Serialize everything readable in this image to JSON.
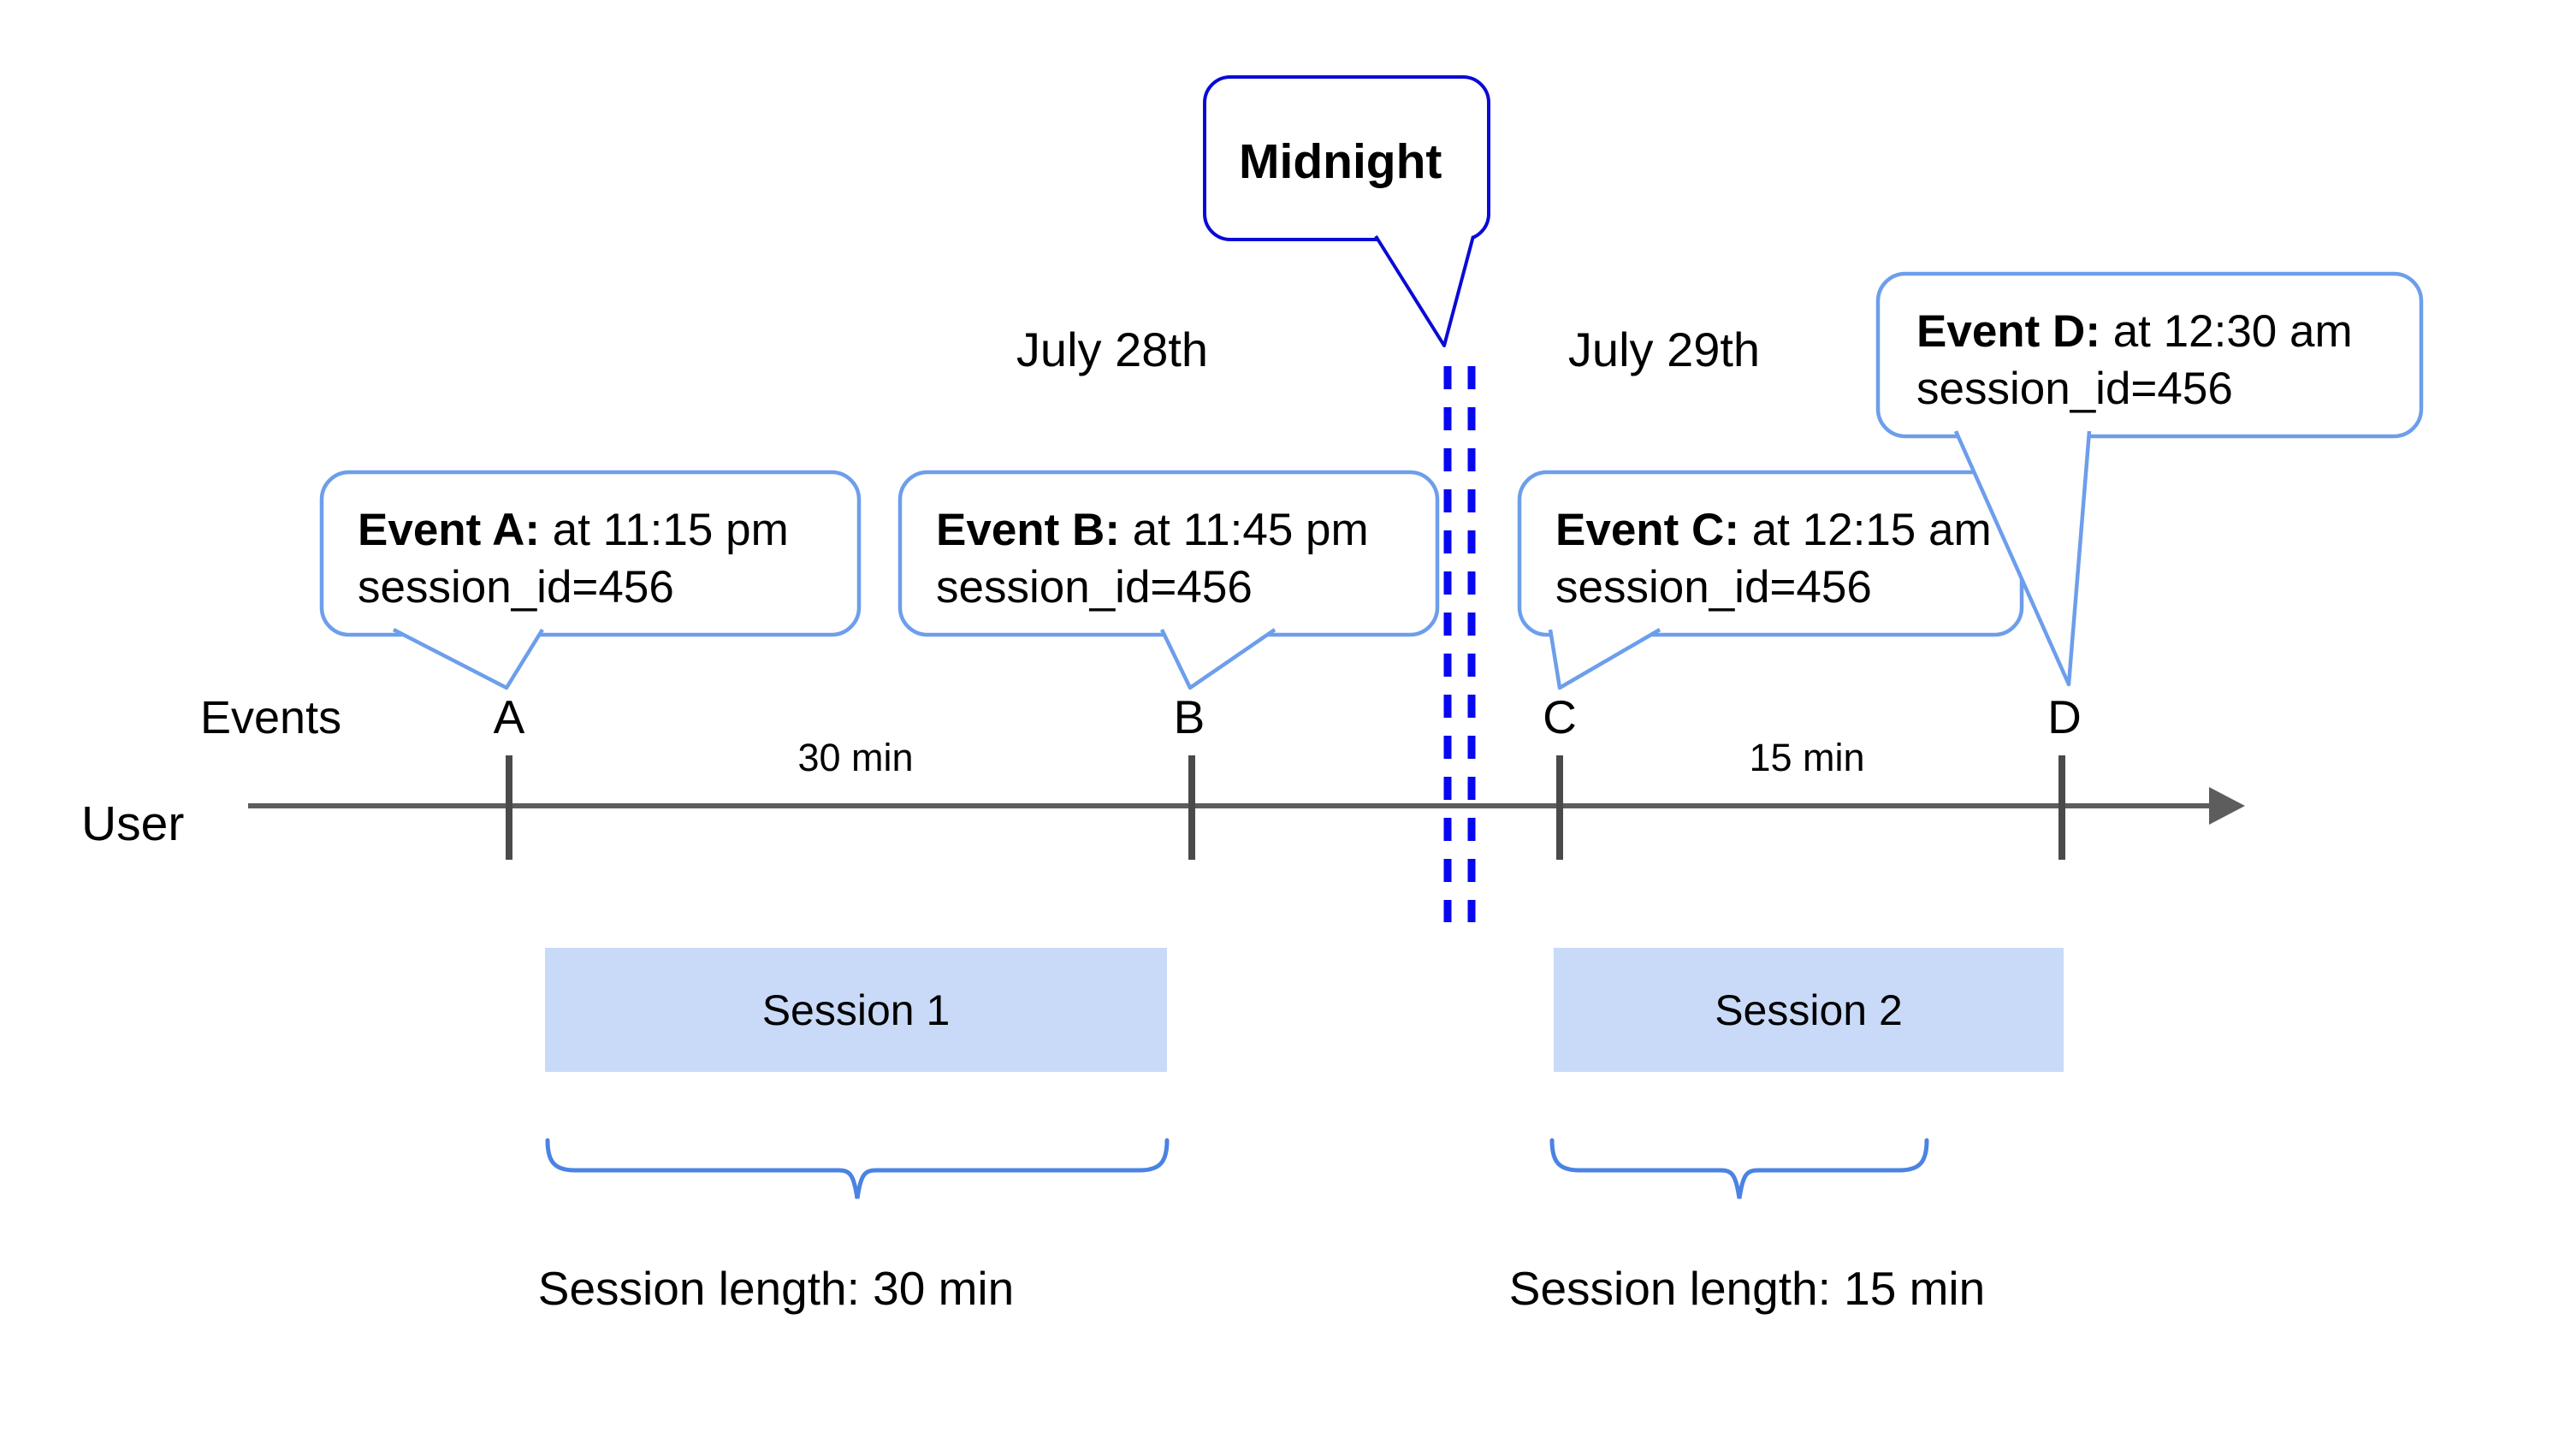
{
  "dates": {
    "left": "July 28th",
    "right": "July 29th"
  },
  "midnight": {
    "label": "Midnight"
  },
  "timeline": {
    "events_label": "Events",
    "user_label": "User",
    "interval_ab": "30 min",
    "interval_cd": "15 min",
    "tick_labels": [
      "A",
      "B",
      "C",
      "D"
    ]
  },
  "callouts": [
    {
      "bold": "Event A:",
      "rest": " at 11:15 pm",
      "line2": "session_id=456"
    },
    {
      "bold": "Event B:",
      "rest": " at 11:45 pm",
      "line2": "session_id=456"
    },
    {
      "bold": "Event C:",
      "rest": " at 12:15 am",
      "line2": "session_id=456"
    },
    {
      "bold": "Event D:",
      "rest": " at 12:30 am",
      "line2": "session_id=456"
    }
  ],
  "sessions": [
    {
      "label": "Session 1",
      "length": "Session length: 30 min"
    },
    {
      "label": "Session 2",
      "length": "Session length: 15 min"
    }
  ],
  "colors": {
    "callout_border": "#6d9eeb",
    "midnight_border": "#0a0ad6",
    "dashed_line": "#0707f0",
    "brace": "#4a83e3",
    "session_fill": "#c9daf8",
    "timeline": "#5d5d5d",
    "tick": "#4a4a4a",
    "text": "#000000"
  }
}
